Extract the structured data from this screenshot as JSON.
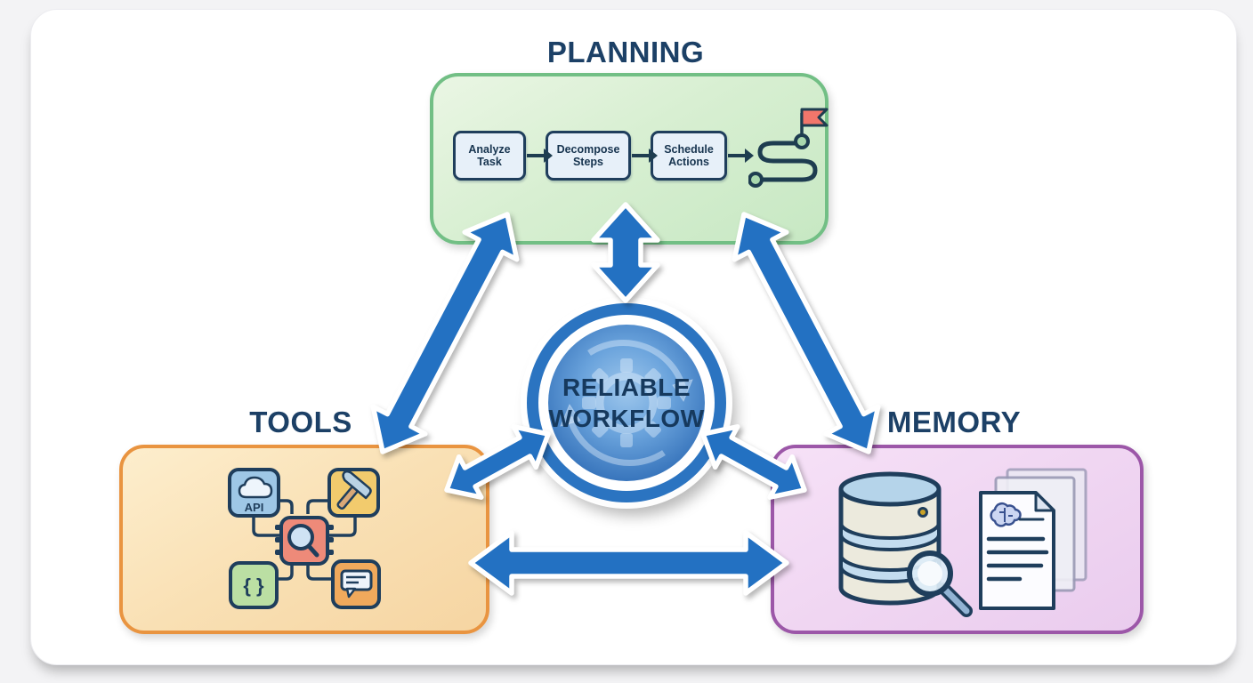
{
  "headings": {
    "planning": "PLANNING",
    "tools": "TOOLS",
    "memory": "MEMORY"
  },
  "center_badge": {
    "line1": "RELIABLE",
    "line2": "WORKFLOW"
  },
  "planning_flow": {
    "steps": [
      {
        "line1": "Analyze",
        "line2": "Task"
      },
      {
        "line1": "Decompose",
        "line2": "Steps"
      },
      {
        "line1": "Schedule",
        "line2": "Actions"
      }
    ],
    "goal_icon": "winding-path-flag-icon"
  },
  "tools_box": {
    "api_label": "API",
    "braces_label": "{ }",
    "icons": [
      "cloud-api-icon",
      "hammer-icon",
      "chip-magnifier-icon",
      "code-braces-icon",
      "chat-bubble-icon"
    ]
  },
  "memory_box": {
    "icons": [
      "database-search-icon",
      "documents-brain-icon"
    ]
  },
  "colors": {
    "heading_navy": "#1c4066",
    "arrow_blue": "#2371c2",
    "circle_blue": "#2b74c1",
    "planning_green_border": "#72bf85",
    "tools_orange_border": "#e99440",
    "memory_purple_border": "#9c57a8",
    "flag_red": "#f2766b",
    "outline_navy": "#1f3e5c"
  }
}
